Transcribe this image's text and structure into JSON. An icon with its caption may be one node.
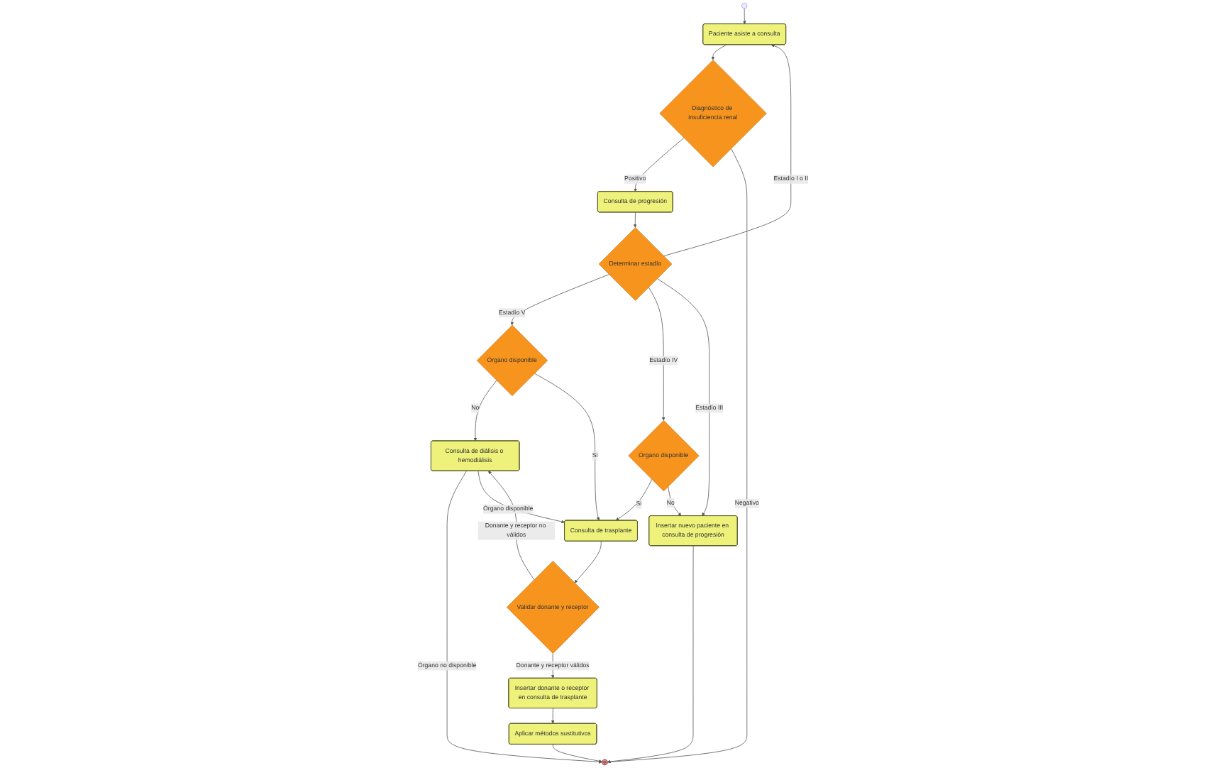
{
  "diagram": {
    "nodes": [
      {
        "text": [],
        "shape": "circle"
      },
      {
        "text": [
          "Paciente asiste a consulta"
        ]
      },
      {
        "text": [
          "Diagnóstico de insuficiencia renal"
        ]
      },
      {
        "text": [
          "Consulta de progresión"
        ]
      },
      {
        "text": [
          "Determinar estadío"
        ]
      },
      {
        "text": [
          "Órgano disponible"
        ]
      },
      {
        "text": [
          "Órgano disponible"
        ]
      },
      {
        "text": [
          "Consulta de diálisis o hemodiálisis"
        ]
      },
      {
        "text": [
          "Consulta de trasplante"
        ]
      },
      {
        "text": [
          "Insertar nuevo paciente en consulta de progresión"
        ]
      },
      {
        "text": [],
        "shape": "circle"
      },
      {
        "text": [
          "Validar donante y receptor"
        ]
      },
      {
        "text": [
          "Aplicar métodos sustitutivos"
        ]
      },
      {
        "text": [
          "Insertar donante o receptor en consulta de trasplante"
        ]
      }
    ],
    "edges": [
      {
        "from": 0,
        "to": 1,
        "arrow": "to"
      },
      {
        "from": 1,
        "to": 2,
        "arrow": "to"
      },
      {
        "from": 2,
        "to": 3,
        "label": "Positivo",
        "arrow": "to"
      },
      {
        "from": 2,
        "to": 10,
        "label": "Negativo",
        "arrow": "to"
      },
      {
        "from": 3,
        "to": 4,
        "arrow": "to"
      },
      {
        "from": 4,
        "to": 1,
        "label": "Estadío I o II",
        "arrow": "to"
      },
      {
        "from": 4,
        "to": 5,
        "label": "Estadío V",
        "arrow": "to"
      },
      {
        "from": 4,
        "to": 6,
        "label": "Estadío IV",
        "arrow": "to"
      },
      {
        "from": 4,
        "to": 9,
        "label": "Estadío III",
        "arrow": "to"
      },
      {
        "from": 5,
        "to": 7,
        "label": "No",
        "arrow": "to"
      },
      {
        "from": 5,
        "to": 8,
        "label": "Si",
        "arrow": "to"
      },
      {
        "from": 6,
        "to": 8,
        "label": "Si",
        "arrow": "to"
      },
      {
        "from": 6,
        "to": 9,
        "label": "No",
        "arrow": "to"
      },
      {
        "from": 7,
        "to": 10,
        "label": "Órgano no disponible",
        "arrow": "to"
      },
      {
        "from": 7,
        "to": 8,
        "label": "Órgano disponible",
        "arrow": "to"
      },
      {
        "from": 9,
        "to": 10,
        "arrow": "to"
      },
      {
        "from": 8,
        "to": 11,
        "arrow": "to"
      },
      {
        "from": 11,
        "to": 7,
        "label": "Donante y receptor no válidos",
        "arrow": "to"
      },
      {
        "from": 11,
        "to": 13,
        "label": "Donante y receptor válidos",
        "arrow": "to"
      },
      {
        "from": 13,
        "to": 12,
        "arrow": "to"
      },
      {
        "from": 12,
        "to": 10,
        "arrow": "to"
      }
    ]
  }
}
